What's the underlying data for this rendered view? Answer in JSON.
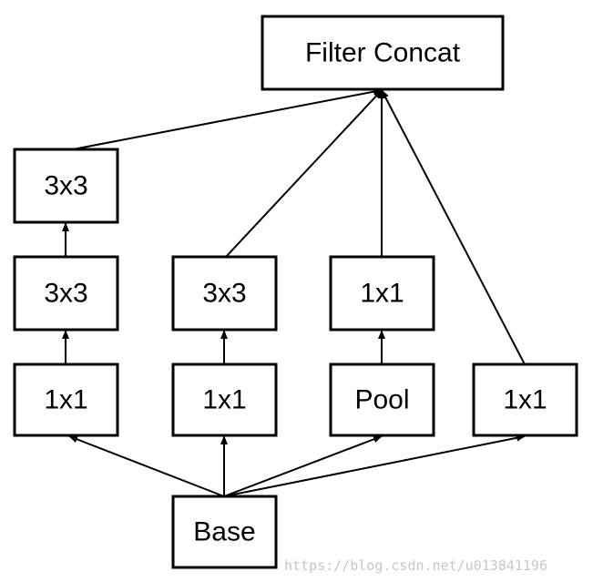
{
  "nodes": [
    {
      "id": "filter-concat",
      "label": "Filter Concat"
    },
    {
      "id": "b1-3x3-top",
      "label": "3x3"
    },
    {
      "id": "b1-3x3-mid",
      "label": "3x3"
    },
    {
      "id": "b1-1x1",
      "label": "1x1"
    },
    {
      "id": "b2-3x3",
      "label": "3x3"
    },
    {
      "id": "b2-1x1",
      "label": "1x1"
    },
    {
      "id": "b3-1x1",
      "label": "1x1"
    },
    {
      "id": "b3-pool",
      "label": "Pool"
    },
    {
      "id": "b4-1x1",
      "label": "1x1"
    },
    {
      "id": "base",
      "label": "Base"
    }
  ],
  "edges": [
    {
      "from": "base",
      "to": "b1-1x1"
    },
    {
      "from": "base",
      "to": "b2-1x1"
    },
    {
      "from": "base",
      "to": "b3-pool"
    },
    {
      "from": "base",
      "to": "b4-1x1"
    },
    {
      "from": "b1-1x1",
      "to": "b1-3x3-mid"
    },
    {
      "from": "b1-3x3-mid",
      "to": "b1-3x3-top"
    },
    {
      "from": "b2-1x1",
      "to": "b2-3x3"
    },
    {
      "from": "b3-pool",
      "to": "b3-1x1"
    },
    {
      "from": "b1-3x3-top",
      "to": "filter-concat"
    },
    {
      "from": "b2-3x3",
      "to": "filter-concat"
    },
    {
      "from": "b3-1x1",
      "to": "filter-concat"
    },
    {
      "from": "b4-1x1",
      "to": "filter-concat"
    }
  ],
  "watermark": "https://blog.csdn.net/u013841196"
}
